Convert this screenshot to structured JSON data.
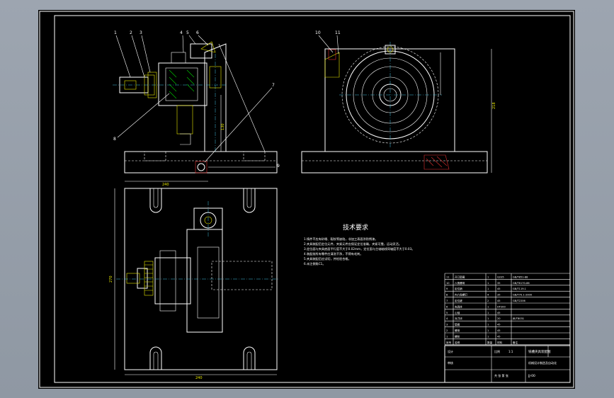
{
  "drawing": {
    "requirements_title": "技术要求",
    "requirements": [
      "1.铸件不应有砂眼、裂纹等缺陷，非加工表面涂防锈漆。",
      "2.夹具装配后定位元件，夹紧元件应保证定位准确，夹紧可靠，运动灵活。",
      "3.定位面与夹具底面平行度不大于0.02mm，定位面与主轴轴线同轴度不大于0.03。",
      "4.装配前所有零件应清洗干净，不得有毛刺。",
      "5.夹具装配后应试切，并检验合格。",
      "6.未注倒角C1。"
    ],
    "balloons_front": [
      "1",
      "2",
      "3",
      "4",
      "5",
      "6",
      "7",
      "8",
      "9"
    ],
    "balloons_side": [
      "10",
      "11"
    ],
    "dim_height": "130",
    "dim_width": "240",
    "dim_side_height": "218",
    "dim_plan_height": "270",
    "dim_plan_width": "240",
    "bom_rows": [
      {
        "no": "11",
        "name": "开口垫圈",
        "qty": "1",
        "mat": "Q235",
        "std": "GB/T851-88"
      },
      {
        "no": "10",
        "name": "六角螺母",
        "qty": "1",
        "mat": "35",
        "std": "GB/T6170-86"
      },
      {
        "no": "9",
        "name": "定位销",
        "qty": "1",
        "mat": "45",
        "std": "GB/T119.1"
      },
      {
        "no": "8",
        "name": "内六角螺钉",
        "qty": "4",
        "mat": "35",
        "std": "GB/T70.1-2000"
      },
      {
        "no": "7",
        "name": "定位键",
        "qty": "2",
        "mat": "45",
        "std": "GB/T2206"
      },
      {
        "no": "6",
        "name": "夹具体",
        "qty": "1",
        "mat": "HT200",
        "std": ""
      },
      {
        "no": "5",
        "name": "心轴",
        "qty": "1",
        "mat": "45",
        "std": ""
      },
      {
        "no": "4",
        "name": "对刀块",
        "qty": "1",
        "mat": "20",
        "std": "JB/T8031"
      },
      {
        "no": "3",
        "name": "垫圈",
        "qty": "1",
        "mat": "45",
        "std": ""
      },
      {
        "no": "2",
        "name": "螺母",
        "qty": "1",
        "mat": "45",
        "std": ""
      },
      {
        "no": "1",
        "name": "螺栓",
        "qty": "1",
        "mat": "45",
        "std": ""
      }
    ],
    "bom_header": {
      "no": "序号",
      "name": "名称",
      "qty": "数量",
      "mat": "材料",
      "std": "备注"
    },
    "title_block": {
      "part_name": "铣槽夹具装配图",
      "school": "机械设计制造及自动化",
      "scale_label": "比例",
      "scale": "1:1",
      "sheet_label": "共 张 第 张",
      "drawn_label": "设计",
      "checked_label": "审核",
      "drawing_no": "JJ-00"
    }
  }
}
